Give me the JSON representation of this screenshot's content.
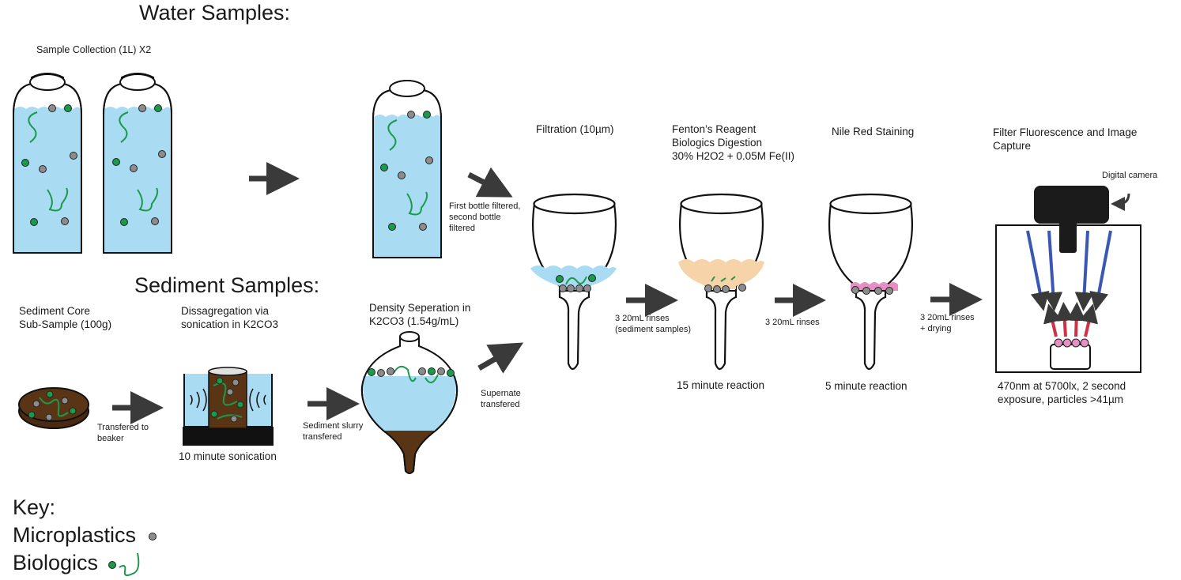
{
  "headings": {
    "water": "Water Samples:",
    "sediment": "Sediment Samples:"
  },
  "labels": {
    "sample_collection": "Sample Collection (1L) X2",
    "first_bottle": "First bottle filtered,\nsecond bottle\nfiltered",
    "filtration": "Filtration (10µm)",
    "fenton": "Fenton’s Reagent\nBiologics Digestion\n30% H2O2 + 0.05M Fe(II)",
    "nile_red": "Nile Red Staining",
    "filter_fluor": "Filter Fluorescence and Image\nCapture",
    "digital_camera": "Digital camera",
    "sediment_core": "Sediment Core\nSub-Sample (100g)",
    "disaggregation": "Dissagregation via\nsonication in K2CO3",
    "density": "Density Seperation in\nK2CO3 (1.54g/mL)",
    "transferred_beaker": "Transfered to\nbeaker",
    "ten_min": "10 minute sonication",
    "slurry": "Sediment slurry\ntransfered",
    "supernate": "Supernate\ntransfered",
    "rinses_sed": "3 20mL rinses\n(sediment samples)",
    "fifteen_min": "15 minute reaction",
    "rinses_2": "3 20mL rinses",
    "five_min": "5 minute reaction",
    "rinses_dry": "3 20mL rinses\n+ drying",
    "imaging": "470nm at 5700lx, 2 second\nexposure, particles >41µm"
  },
  "key": {
    "title": "Key:",
    "microplastics": "Microplastics",
    "biologics": "Biologics"
  },
  "colors": {
    "water": "#a9dcf2",
    "microplastic": "#8c8c8c",
    "biologic": "#1a9a4a",
    "sediment": "#5a3515",
    "fenton": "#f6d3a8",
    "nile": "#e58fc4",
    "blue_light": "#3a57b4",
    "red_light": "#cc3344",
    "arrow": "#3a3a3a"
  }
}
